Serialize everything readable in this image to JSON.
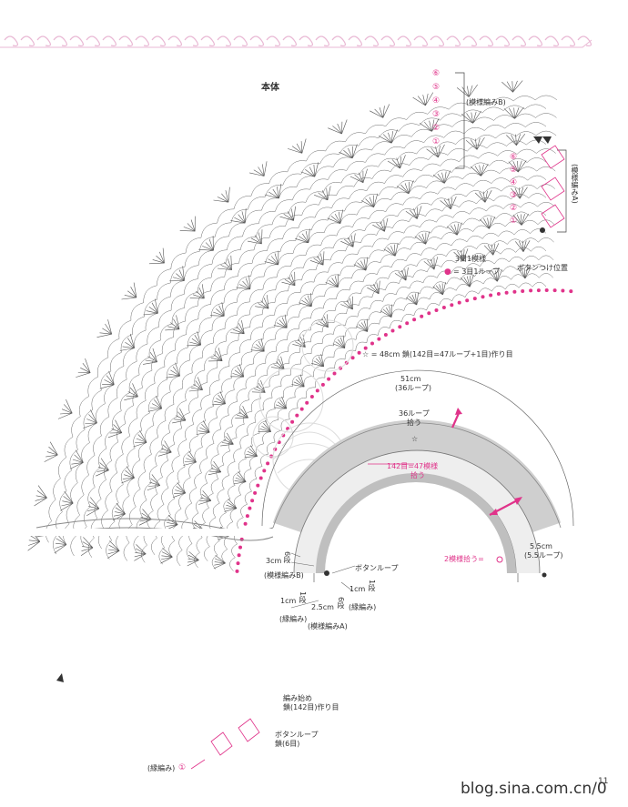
{
  "labels": {
    "body_title": "本体",
    "pattern_b": "(模様編みB)",
    "pattern_a": "(模様編みA)",
    "three_stitch_1_pattern": "3目1模様",
    "three_stitch_loop": "= 3目1ループ",
    "button_position": "ボタンつけ位置",
    "foundation_chain": "☆ = 48cm 鎖(142目=47ループ+1目)作り目",
    "width_51": "51cm",
    "loops_36": "(36ループ)",
    "pickup_36": "36ループ",
    "pickup_word": "拾う",
    "star": "☆",
    "pickup_142": "142目=47模様",
    "pickup_142_word": "拾う",
    "pickup_2": "2模様拾う=",
    "size_55": "5.5cm",
    "loops_55": "(5.5ループ)",
    "size_3cm": "3cm",
    "rows_6": "6段",
    "pattern_b_small": "(模様編みB)",
    "button_loop": "ボタンループ",
    "size_1cm_a": "1cm",
    "rows_1_a": "1段",
    "size_25": "2.5cm",
    "rows_6_b": "6段",
    "size_1cm_b": "1cm",
    "rows_1_b": "1段",
    "edging_a": "(縁編み)",
    "edging_b": "(縁編み)",
    "pattern_a_small": "(模様編みA)",
    "start_title": "編み始め",
    "start_chain": "鎖(142目)作り目",
    "button_loop_2": "ボタンループ",
    "button_loop_chain": "鎖(6目)",
    "edging_c": "(縁編み)",
    "circle_1": "①",
    "page_number": "11",
    "watermark": "blog.sina.com.cn/0"
  },
  "rows_b": [
    "⑥",
    "⑤",
    "④",
    "③",
    "②",
    "①"
  ],
  "rows_a": [
    "⑥",
    "⑤",
    "④",
    "③",
    "②",
    "①"
  ],
  "colors": {
    "accent": "#e0338a",
    "line": "#555555",
    "band": "#e6e6e6",
    "border_pink": "#e9b8d4"
  }
}
